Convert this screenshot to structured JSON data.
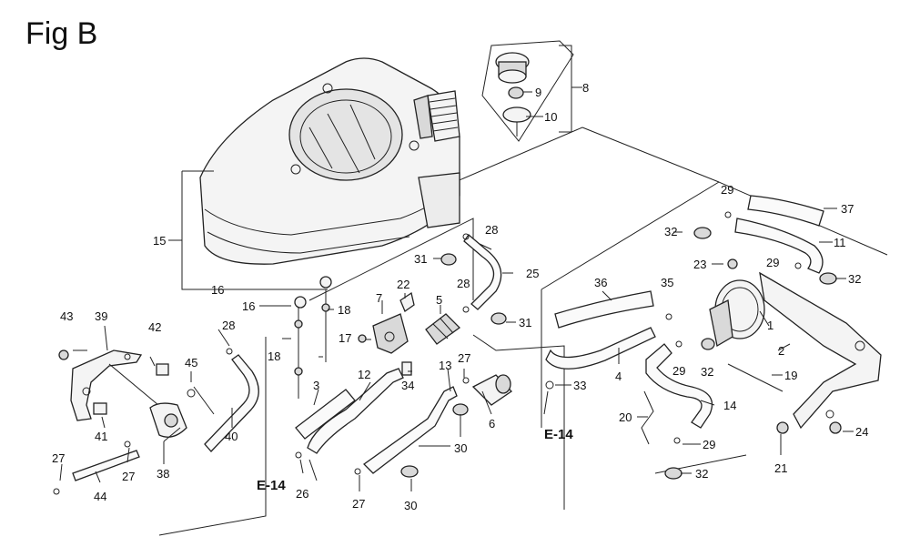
{
  "figure": {
    "title": "Fig B"
  },
  "callouts": [
    "1",
    "2",
    "3",
    "4",
    "5",
    "6",
    "7",
    "8",
    "9",
    "10",
    "11",
    "12",
    "13",
    "14",
    "15",
    "16",
    "17",
    "18",
    "19",
    "20",
    "21",
    "22",
    "23",
    "24",
    "25",
    "26",
    "27",
    "28",
    "29",
    "30",
    "31",
    "32",
    "33",
    "34",
    "35",
    "36",
    "37",
    "38",
    "39",
    "40",
    "41",
    "42",
    "43",
    "44",
    "45"
  ],
  "references": [
    "E-14"
  ]
}
